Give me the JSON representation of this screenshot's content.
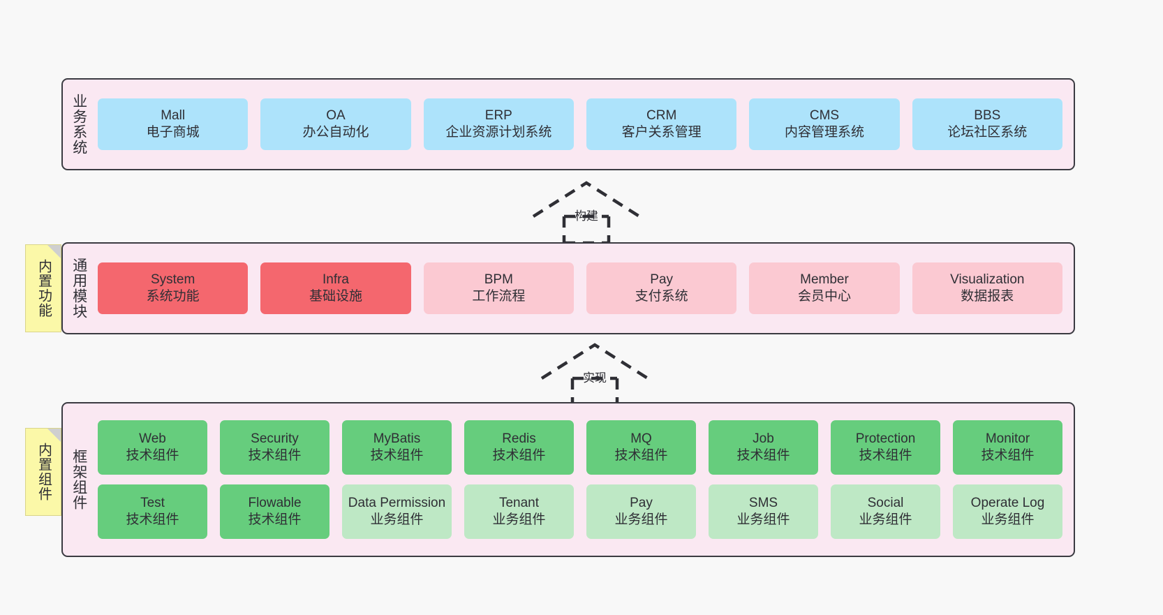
{
  "diagram": {
    "background": "#f8f8f8",
    "panel_bg": "#fae8f2",
    "panel_border": "#3b3b42"
  },
  "panels": [
    {
      "id": "business",
      "label": "业务系统",
      "color": "#ade3fb",
      "rows": [
        [
          {
            "en": "Mall",
            "cn": "电子商城"
          },
          {
            "en": "OA",
            "cn": "办公自动化"
          },
          {
            "en": "ERP",
            "cn": "企业资源计划系统"
          },
          {
            "en": "CRM",
            "cn": "客户关系管理"
          },
          {
            "en": "CMS",
            "cn": "内容管理系统"
          },
          {
            "en": "BBS",
            "cn": "论坛社区系统"
          }
        ]
      ]
    },
    {
      "id": "modules",
      "label": "通用模块",
      "color_primary": "#f4676e",
      "color_secondary": "#fbc9d2",
      "rows": [
        [
          {
            "en": "System",
            "cn": "系统功能",
            "tone": "primary"
          },
          {
            "en": "Infra",
            "cn": "基础设施",
            "tone": "primary"
          },
          {
            "en": "BPM",
            "cn": "工作流程",
            "tone": "secondary"
          },
          {
            "en": "Pay",
            "cn": "支付系统",
            "tone": "secondary"
          },
          {
            "en": "Member",
            "cn": "会员中心",
            "tone": "secondary"
          },
          {
            "en": "Visualization",
            "cn": "数据报表",
            "tone": "secondary"
          }
        ]
      ]
    },
    {
      "id": "framework",
      "label": "框架组件",
      "color_primary": "#66cd7d",
      "color_secondary": "#bee8c5",
      "rows": [
        [
          {
            "en": "Web",
            "cn": "技术组件",
            "tone": "primary"
          },
          {
            "en": "Security",
            "cn": "技术组件",
            "tone": "primary"
          },
          {
            "en": "MyBatis",
            "cn": "技术组件",
            "tone": "primary"
          },
          {
            "en": "Redis",
            "cn": "技术组件",
            "tone": "primary"
          },
          {
            "en": "MQ",
            "cn": "技术组件",
            "tone": "primary"
          },
          {
            "en": "Job",
            "cn": "技术组件",
            "tone": "primary"
          },
          {
            "en": "Protection",
            "cn": "技术组件",
            "tone": "primary"
          },
          {
            "en": "Monitor",
            "cn": "技术组件",
            "tone": "primary"
          }
        ],
        [
          {
            "en": "Test",
            "cn": "技术组件",
            "tone": "primary"
          },
          {
            "en": "Flowable",
            "cn": "技术组件",
            "tone": "primary"
          },
          {
            "en": "Data Permission",
            "cn": "业务组件",
            "tone": "secondary"
          },
          {
            "en": "Tenant",
            "cn": "业务组件",
            "tone": "secondary"
          },
          {
            "en": "Pay",
            "cn": "业务组件",
            "tone": "secondary"
          },
          {
            "en": "SMS",
            "cn": "业务组件",
            "tone": "secondary"
          },
          {
            "en": "Social",
            "cn": "业务组件",
            "tone": "secondary"
          },
          {
            "en": "Operate Log",
            "cn": "业务组件",
            "tone": "secondary"
          }
        ]
      ]
    }
  ],
  "notes": [
    {
      "id": "modules",
      "text": "内置功能",
      "color": "#fbf8a8"
    },
    {
      "id": "framework",
      "text": "内置组件",
      "color": "#fbf8a8"
    }
  ],
  "arrows": [
    {
      "id": "build",
      "label": "构建",
      "style": "dashed-hollow-up"
    },
    {
      "id": "impl",
      "label": "实现",
      "style": "dashed-hollow-up"
    }
  ]
}
